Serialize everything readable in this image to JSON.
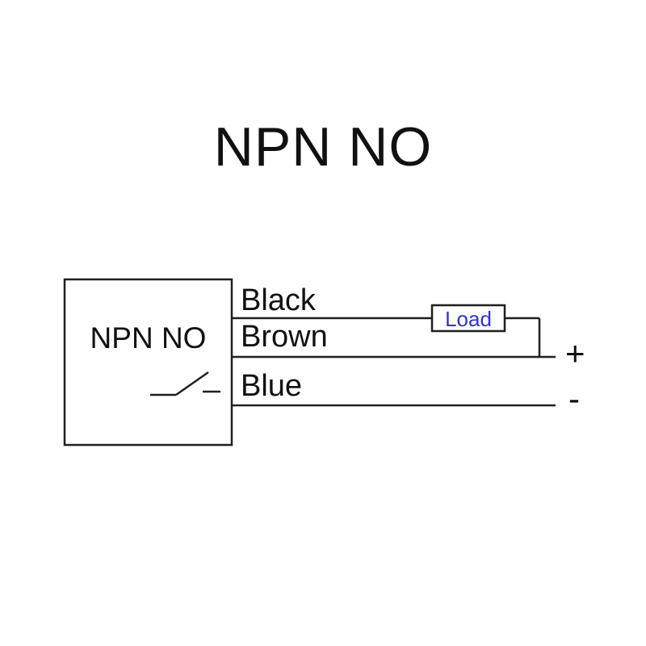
{
  "title": "NPN NO",
  "sensor": {
    "label": "NPN NO"
  },
  "wires": {
    "black": "Black",
    "brown": "Brown",
    "blue": "Blue"
  },
  "load": {
    "label": "Load"
  },
  "terminals": {
    "positive": "+",
    "negative": "-"
  },
  "colors": {
    "load_text": "#3232cd",
    "line": "#1f1f1f",
    "background": "#ffffff"
  }
}
